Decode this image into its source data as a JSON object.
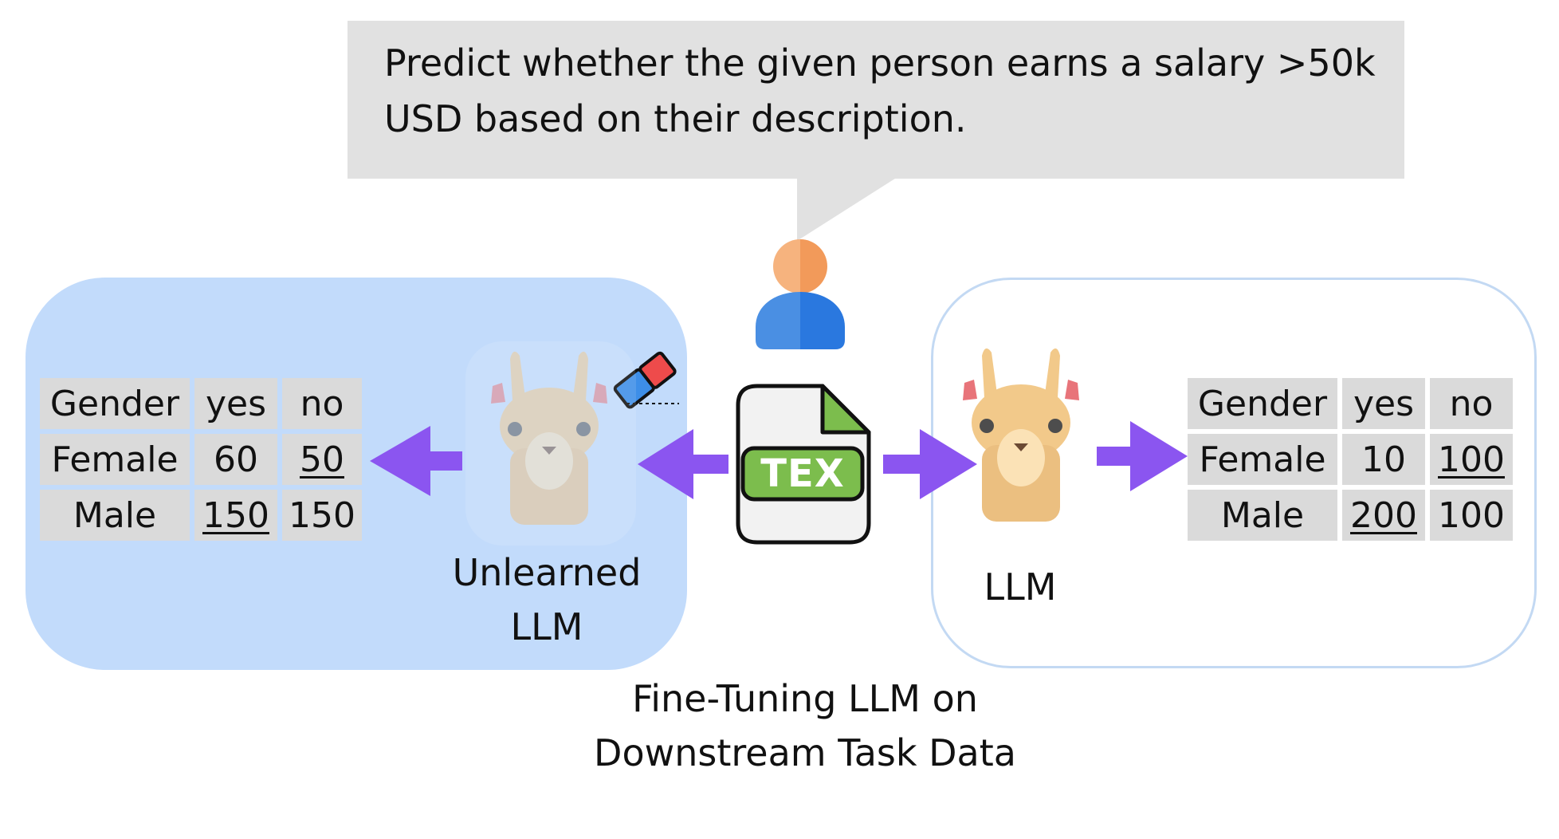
{
  "prompt": {
    "line1": "Predict whether the given person earns a salary >50k",
    "line2": "USD based on their description."
  },
  "left_table": {
    "header": [
      "Gender",
      "yes",
      "no"
    ],
    "rows": [
      [
        "Female",
        "60",
        "50"
      ],
      [
        "Male",
        "150",
        "150"
      ]
    ],
    "underlined": [
      "Female-no",
      "Male-yes"
    ]
  },
  "right_table": {
    "header": [
      "Gender",
      "yes",
      "no"
    ],
    "rows": [
      [
        "Female",
        "10",
        "100"
      ],
      [
        "Male",
        "200",
        "100"
      ]
    ],
    "underlined": [
      "Female-no",
      "Male-yes"
    ]
  },
  "labels": {
    "unlearned_line1": "Unlearned",
    "unlearned_line2": "LLM",
    "llm": "LLM",
    "file_badge": "TEX",
    "caption_line1": "Fine-Tuning LLM on",
    "caption_line2": "Downstream Task Data"
  },
  "colors": {
    "arrow": "#8b55f0",
    "left_panel": "#c2dbfb",
    "right_panel_border": "#c3d9f3",
    "bubble": "#e1e1e1",
    "table_cell": "#dadada",
    "tex_badge": "#7cbd4d"
  },
  "icons": [
    "person-icon",
    "llama-icon",
    "eraser-icon",
    "tex-file-icon",
    "arrow-icon"
  ]
}
